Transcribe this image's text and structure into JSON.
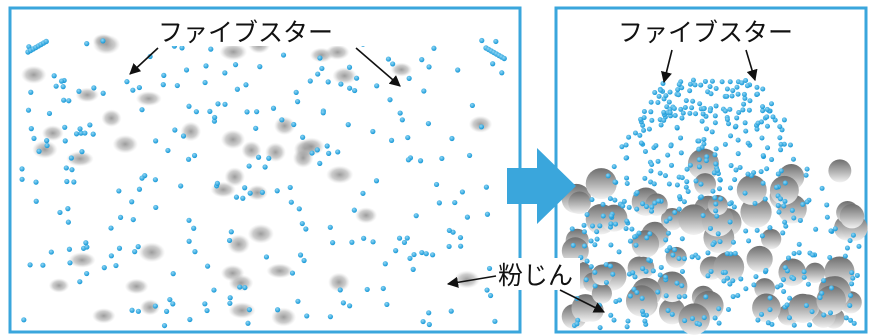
{
  "labels": {
    "fiber_left": "ファイブスター",
    "fiber_right": "ファイブスター",
    "dust": "粉じん"
  },
  "colors": {
    "frame": "#3aa6dc",
    "arrow": "#3aa6dc",
    "fiber_dot": "#29a8e0",
    "dust_dark": "#7a7a7a",
    "dust_light": "#eeeeee",
    "label_text": "#111111"
  },
  "icons": {
    "transition": "right-arrow-icon"
  }
}
